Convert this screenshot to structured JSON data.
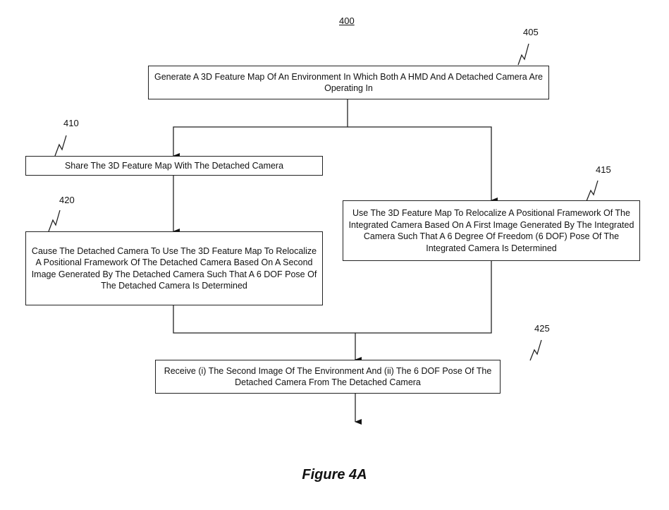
{
  "figure": {
    "number": "400",
    "caption": "Figure 4A"
  },
  "steps": {
    "s405": {
      "ref": "405",
      "text": "Generate A 3D Feature Map Of An Environment In Which Both A HMD And A Detached Camera Are Operating In"
    },
    "s410": {
      "ref": "410",
      "text": "Share The 3D Feature Map With The Detached Camera"
    },
    "s415": {
      "ref": "415",
      "text": "Use The 3D Feature Map To Relocalize A Positional Framework Of The Integrated Camera Based On A First Image Generated By The Integrated Camera Such That A 6 Degree Of Freedom (6 DOF) Pose Of The Integrated Camera Is Determined"
    },
    "s420": {
      "ref": "420",
      "text": "Cause The Detached Camera To Use The 3D Feature Map To Relocalize A Positional Framework Of The Detached Camera Based On A Second Image Generated By The Detached Camera Such That A 6 DOF Pose Of The Detached Camera Is Determined"
    },
    "s425": {
      "ref": "425",
      "text": "Receive (i) The Second Image Of The Environment And (ii) The 6 DOF Pose Of The Detached Camera From The Detached Camera"
    }
  }
}
